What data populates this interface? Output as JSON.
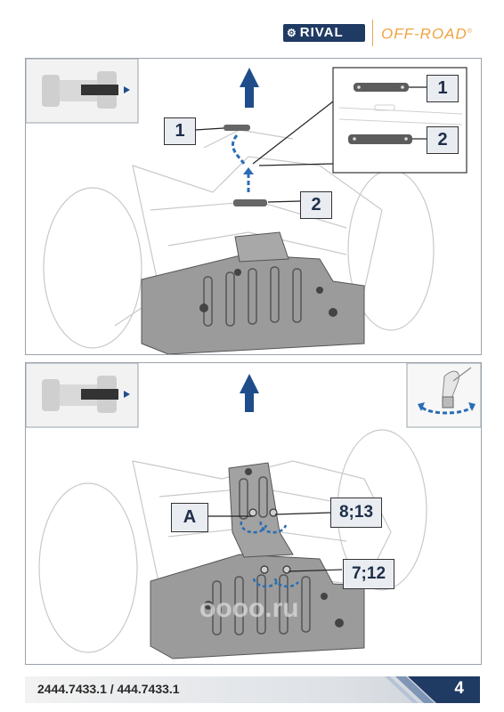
{
  "header": {
    "brand_logo_text": "RIVAL",
    "brand_subline": "OFF-ROAD",
    "trademark": "®"
  },
  "panel_top": {
    "callouts": {
      "part_1_label": "1",
      "part_2_label": "2",
      "inset_part_1_label": "1",
      "inset_part_2_label": "2"
    }
  },
  "panel_bottom": {
    "callouts": {
      "point_a_label": "A",
      "fasteners_upper_label": "8;13",
      "fasteners_lower_label": "7;12"
    },
    "watermark": "oooo.ru"
  },
  "footer": {
    "part_numbers": "2444.7433.1 / 444.7433.1",
    "page_number": "4"
  },
  "colors": {
    "navy": "#1f3a63",
    "orange": "#f0a23f",
    "arrow_blue": "#1f4d8c",
    "dashed_blue": "#2a6db5",
    "skid_plate_gray": "#9b9b9b"
  }
}
